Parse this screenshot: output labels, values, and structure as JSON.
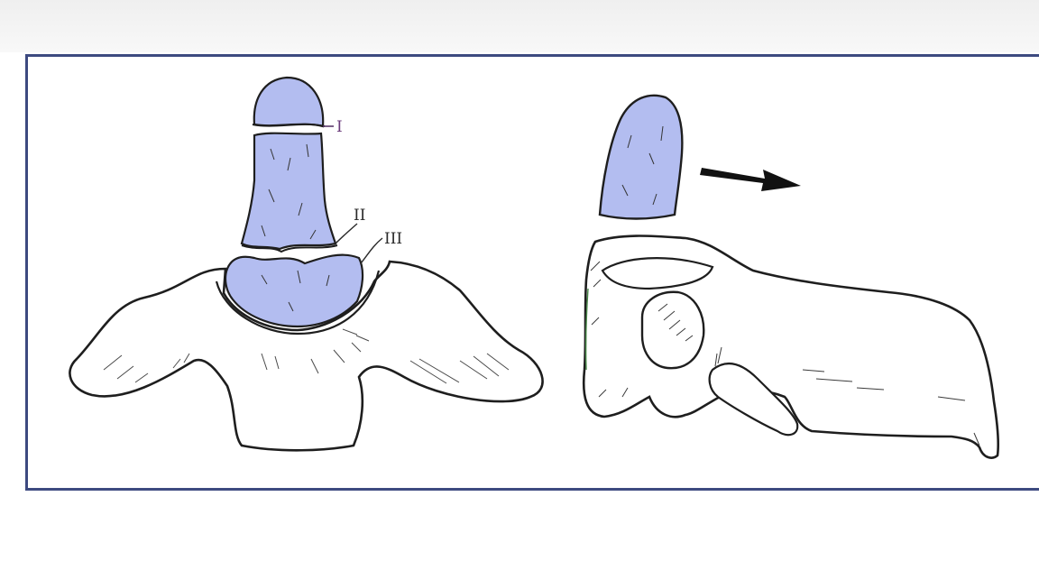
{
  "figure": {
    "labels": {
      "type_1": "I",
      "type_2": "II",
      "type_3": "III"
    },
    "colors": {
      "odontoid_fill": "#b3bdf0",
      "frame_border": "#3d4a80",
      "bone_outline": "#1e1e1e"
    }
  }
}
